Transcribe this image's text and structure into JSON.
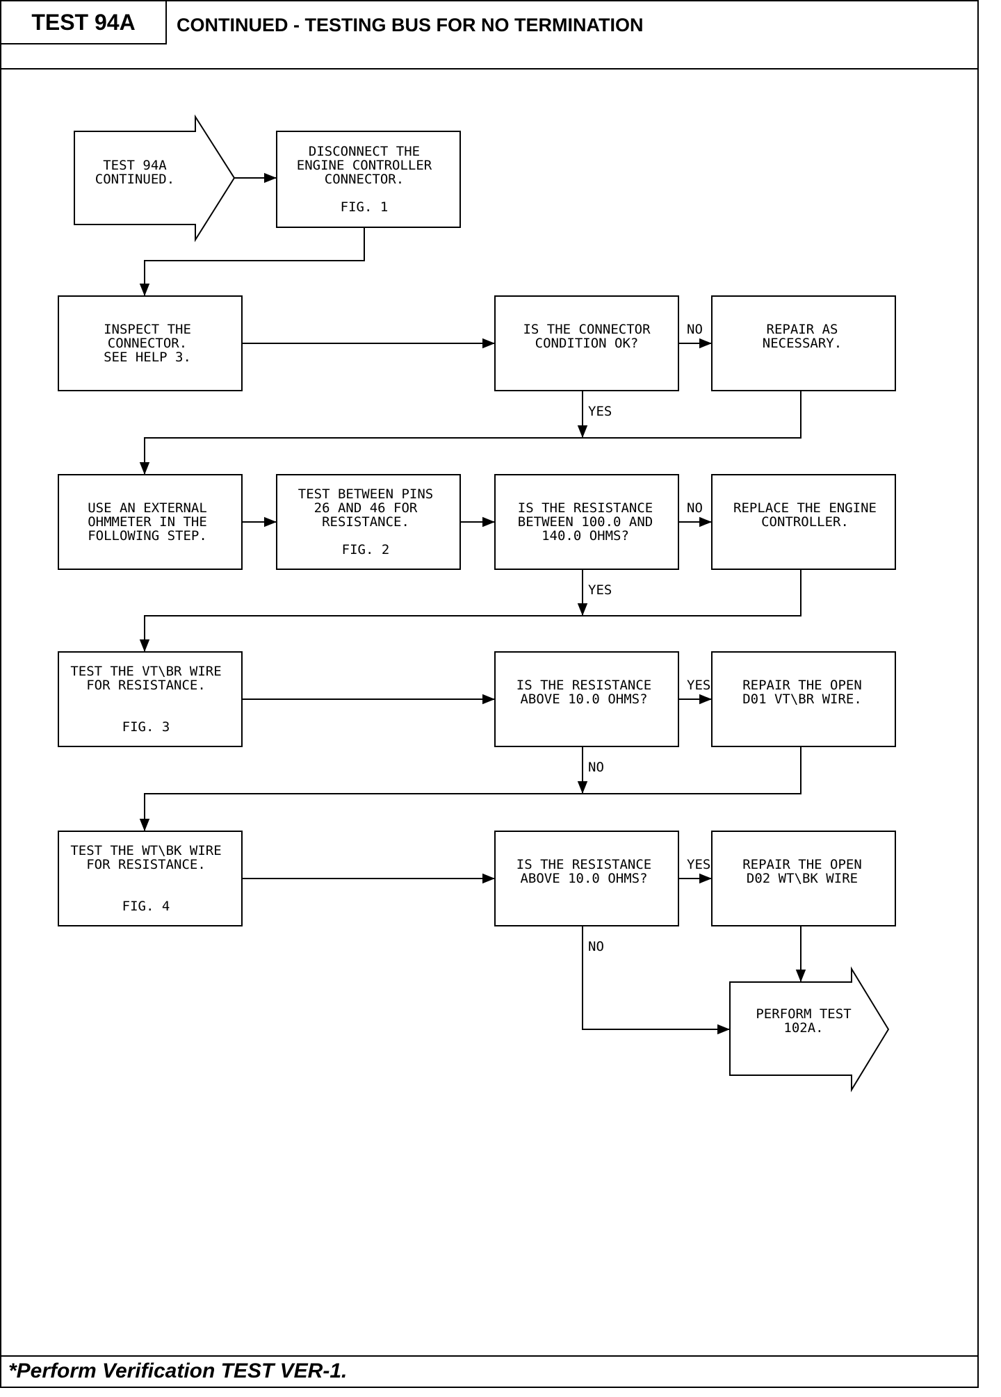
{
  "header": {
    "test_id": "TEST 94A",
    "title": "CONTINUED - TESTING BUS FOR NO TERMINATION"
  },
  "footer": {
    "note": "*Perform Verification TEST VER-1."
  },
  "flow": {
    "start": {
      "lines": [
        "TEST 94A",
        "CONTINUED."
      ]
    },
    "step1": {
      "lines": [
        "DISCONNECT THE",
        "ENGINE CONTROLLER",
        "CONNECTOR.",
        "",
        "FIG. 1"
      ]
    },
    "inspect": {
      "lines": [
        "INSPECT THE",
        "CONNECTOR.",
        "SEE HELP 3."
      ]
    },
    "q_connector": {
      "lines": [
        "IS THE CONNECTOR",
        "CONDITION OK?"
      ]
    },
    "repair1": {
      "lines": [
        "REPAIR AS",
        "NECESSARY."
      ]
    },
    "use_ohm": {
      "lines": [
        "USE AN EXTERNAL",
        "OHMMETER IN THE",
        "FOLLOWING STEP."
      ]
    },
    "test_pins": {
      "lines": [
        "TEST BETWEEN PINS",
        "26 AND 46 FOR",
        "RESISTANCE.",
        "",
        "FIG. 2"
      ]
    },
    "q_resist1": {
      "lines": [
        "IS THE RESISTANCE",
        "BETWEEN 100.0 AND",
        "140.0 OHMS?"
      ]
    },
    "replace": {
      "lines": [
        "REPLACE THE ENGINE",
        "CONTROLLER."
      ]
    },
    "test_vt": {
      "lines": [
        "TEST THE VT\\BR WIRE",
        "FOR RESISTANCE.",
        "",
        "",
        "FIG. 3"
      ]
    },
    "q_resist2": {
      "lines": [
        "IS THE RESISTANCE",
        "ABOVE 10.0 OHMS?"
      ]
    },
    "repair_vt": {
      "lines": [
        "REPAIR THE OPEN",
        "D01 VT\\BR WIRE."
      ]
    },
    "test_wt": {
      "lines": [
        "TEST THE WT\\BK WIRE",
        "FOR RESISTANCE.",
        "",
        "",
        "FIG. 4"
      ]
    },
    "q_resist3": {
      "lines": [
        "IS THE RESISTANCE",
        "ABOVE 10.0 OHMS?"
      ]
    },
    "repair_wt": {
      "lines": [
        "REPAIR THE OPEN",
        "D02 WT\\BK WIRE"
      ]
    },
    "end": {
      "lines": [
        "PERFORM TEST",
        "102A."
      ]
    },
    "labels": {
      "no1": "NO",
      "yes1": "YES",
      "no2": "NO",
      "yes2": "YES",
      "yes3": "YES",
      "no3": "NO",
      "yes4": "YES",
      "no4": "NO"
    }
  }
}
